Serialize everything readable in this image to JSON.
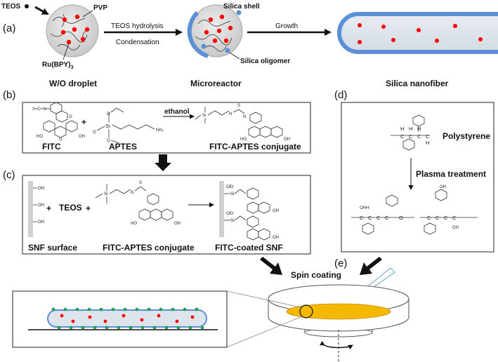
{
  "panel_labels": {
    "a": "(a)",
    "b": "(b)",
    "c": "(c)",
    "d": "(d)",
    "e": "(e)"
  },
  "panel_a": {
    "teos": "TEOS",
    "pvp": "PVP",
    "ru_main": "Ru(BPY)",
    "ru_sub": "3",
    "arrow1_top": "TEOS hydrolysis",
    "arrow1_bottom": "Condensation",
    "silica_shell": "Silica shell",
    "silica_oligomer": "Silica oligomer",
    "arrow2": "Growth",
    "caption_droplet": "W/O droplet",
    "caption_microreactor": "Microreactor",
    "caption_nanofiber": "Silica nanofiber"
  },
  "panel_b": {
    "fitc": "FITC",
    "plus": "+",
    "aptes": "APTES",
    "ethanol": "ethanol",
    "conjugate": "FITC-APTES conjugate",
    "scn": "S=C=N",
    "oh": "HO",
    "oh2": "OH",
    "nh2": "NH₂",
    "si": "Si",
    "o": "O",
    "s": "S",
    "n": "N",
    "h": "H"
  },
  "panel_c": {
    "plus1": "+",
    "teos": "TEOS",
    "plus2": "+",
    "snf_surface": "SNF surface",
    "conjugate": "FITC-APTES conjugate",
    "coated": "FITC-coated SNF",
    "oh": "OH",
    "oet": "OEt",
    "si": "Si"
  },
  "panel_d": {
    "polystyrene": "Polystyrene",
    "plasma": "Plasma treatment",
    "oh": "OH",
    "ohh": "OHH",
    "h": "H",
    "c": "C",
    "o": "O"
  },
  "panel_e": {
    "spin": "Spin coating"
  },
  "colors": {
    "fiber": "#dde4ec",
    "shell": "#5b8fd6",
    "dot": "#ff0000",
    "green": "#2a9d55",
    "yellow": "#f5b800",
    "droplet": "#d9d9d9"
  }
}
